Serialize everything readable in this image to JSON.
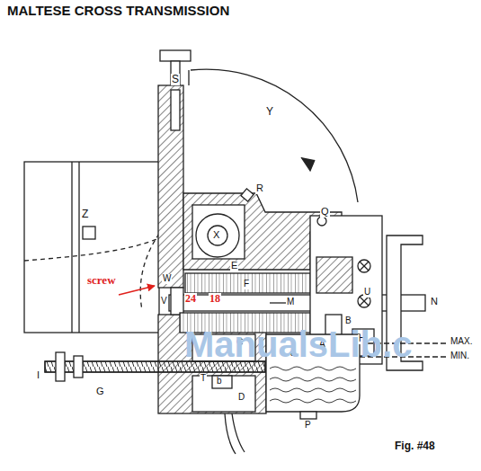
{
  "diagram": {
    "title": "MALTESE CROSS TRANSMISSION",
    "caption": "Fig. #48",
    "labels": [
      "S",
      "Y",
      "Z",
      "R",
      "X",
      "E",
      "Q",
      "W",
      "screw",
      "F",
      "M",
      "U",
      "N",
      "V",
      "24",
      "18",
      "B",
      "H",
      "MAX.",
      "A",
      "C",
      "MIN.",
      "a",
      "I",
      "T",
      "b",
      "D",
      "G",
      "P",
      "ManualsLib.c"
    ]
  }
}
